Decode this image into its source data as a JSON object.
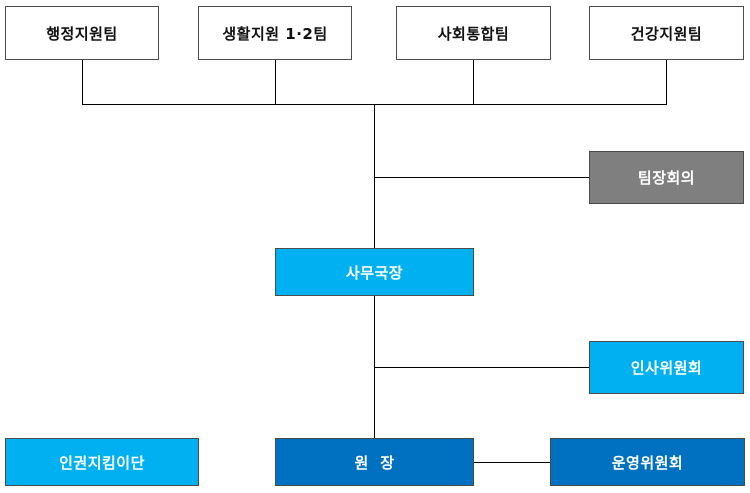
{
  "teams": [
    {
      "label": "행정지원팀"
    },
    {
      "label": "생활지원 1·2팀"
    },
    {
      "label": "사회통합팀"
    },
    {
      "label": "건강지원팀"
    }
  ],
  "team_meeting": {
    "label": "팀장회의"
  },
  "secretary_general": {
    "label": "사무국장"
  },
  "personnel_committee": {
    "label": "인사위원회"
  },
  "human_rights_group": {
    "label": "인권지킴이단"
  },
  "director": {
    "label": "원  장"
  },
  "steering_committee": {
    "label": "운영위원회"
  },
  "colors": {
    "light_blue": "#00b0f0",
    "dark_blue": "#0070c0",
    "gray": "#7f7f7f",
    "line": "#000000"
  }
}
